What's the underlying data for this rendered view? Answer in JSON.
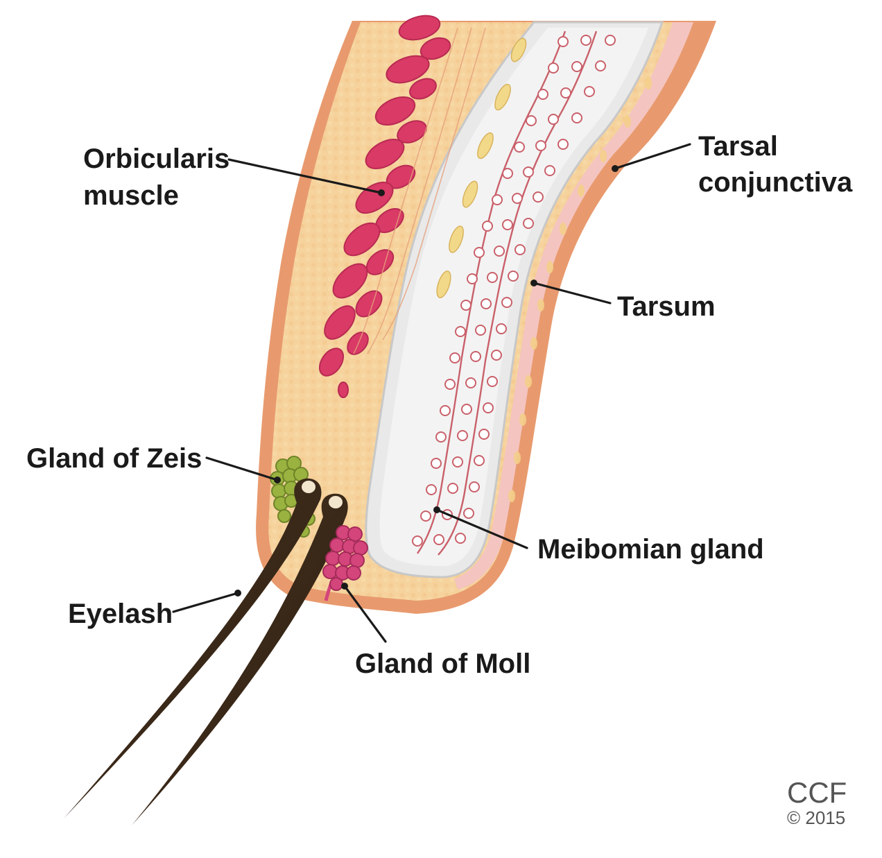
{
  "labels": {
    "orbicularis_line1": "Orbicularis",
    "orbicularis_line2": "muscle",
    "tarsal_line1": "Tarsal",
    "tarsal_line2": "conjunctiva",
    "tarsum": "Tarsum",
    "gland_of_zeis": "Gland of Zeis",
    "meibomian_gland": "Meibomian gland",
    "eyelash": "Eyelash",
    "gland_of_moll": "Gland of Moll"
  },
  "credit": {
    "name": "CCF",
    "year": "© 2015"
  },
  "colors": {
    "skin_outline": "#e89a6e",
    "fat_tissue": "#f6d29c",
    "muscle": "#d93a66",
    "tarsus": "#e9e9e9",
    "gland_loops": "#c9606a",
    "conjunctiva": "#f4c4c0",
    "zeis_gland": "#8da53a",
    "moll_gland": "#d4457c",
    "eyelash": "#3b2a1a"
  }
}
